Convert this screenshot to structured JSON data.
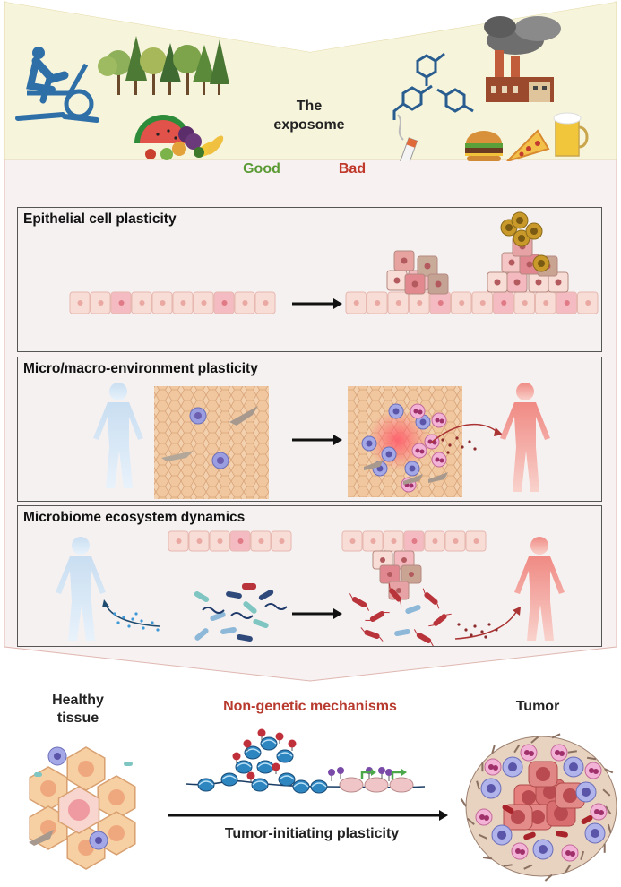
{
  "exposome": {
    "title_line1": "The",
    "title_line2": "exposome",
    "good_label": "Good",
    "bad_label": "Bad",
    "colors": {
      "good": "#5a9a34",
      "bad": "#c0392b",
      "banner": "#f7f4dc"
    }
  },
  "panels": [
    {
      "title": "Epithelial cell plasticity"
    },
    {
      "title": "Micro/macro-environment plasticity"
    },
    {
      "title": "Microbiome ecosystem dynamics"
    }
  ],
  "bottom": {
    "healthy_line1": "Healthy",
    "healthy_line2": "tissue",
    "mechanisms": "Non-genetic mechanisms",
    "tumor": "Tumor",
    "plasticity": "Tumor-initiating plasticity",
    "colors": {
      "mechanisms": "#b83a2e"
    }
  }
}
